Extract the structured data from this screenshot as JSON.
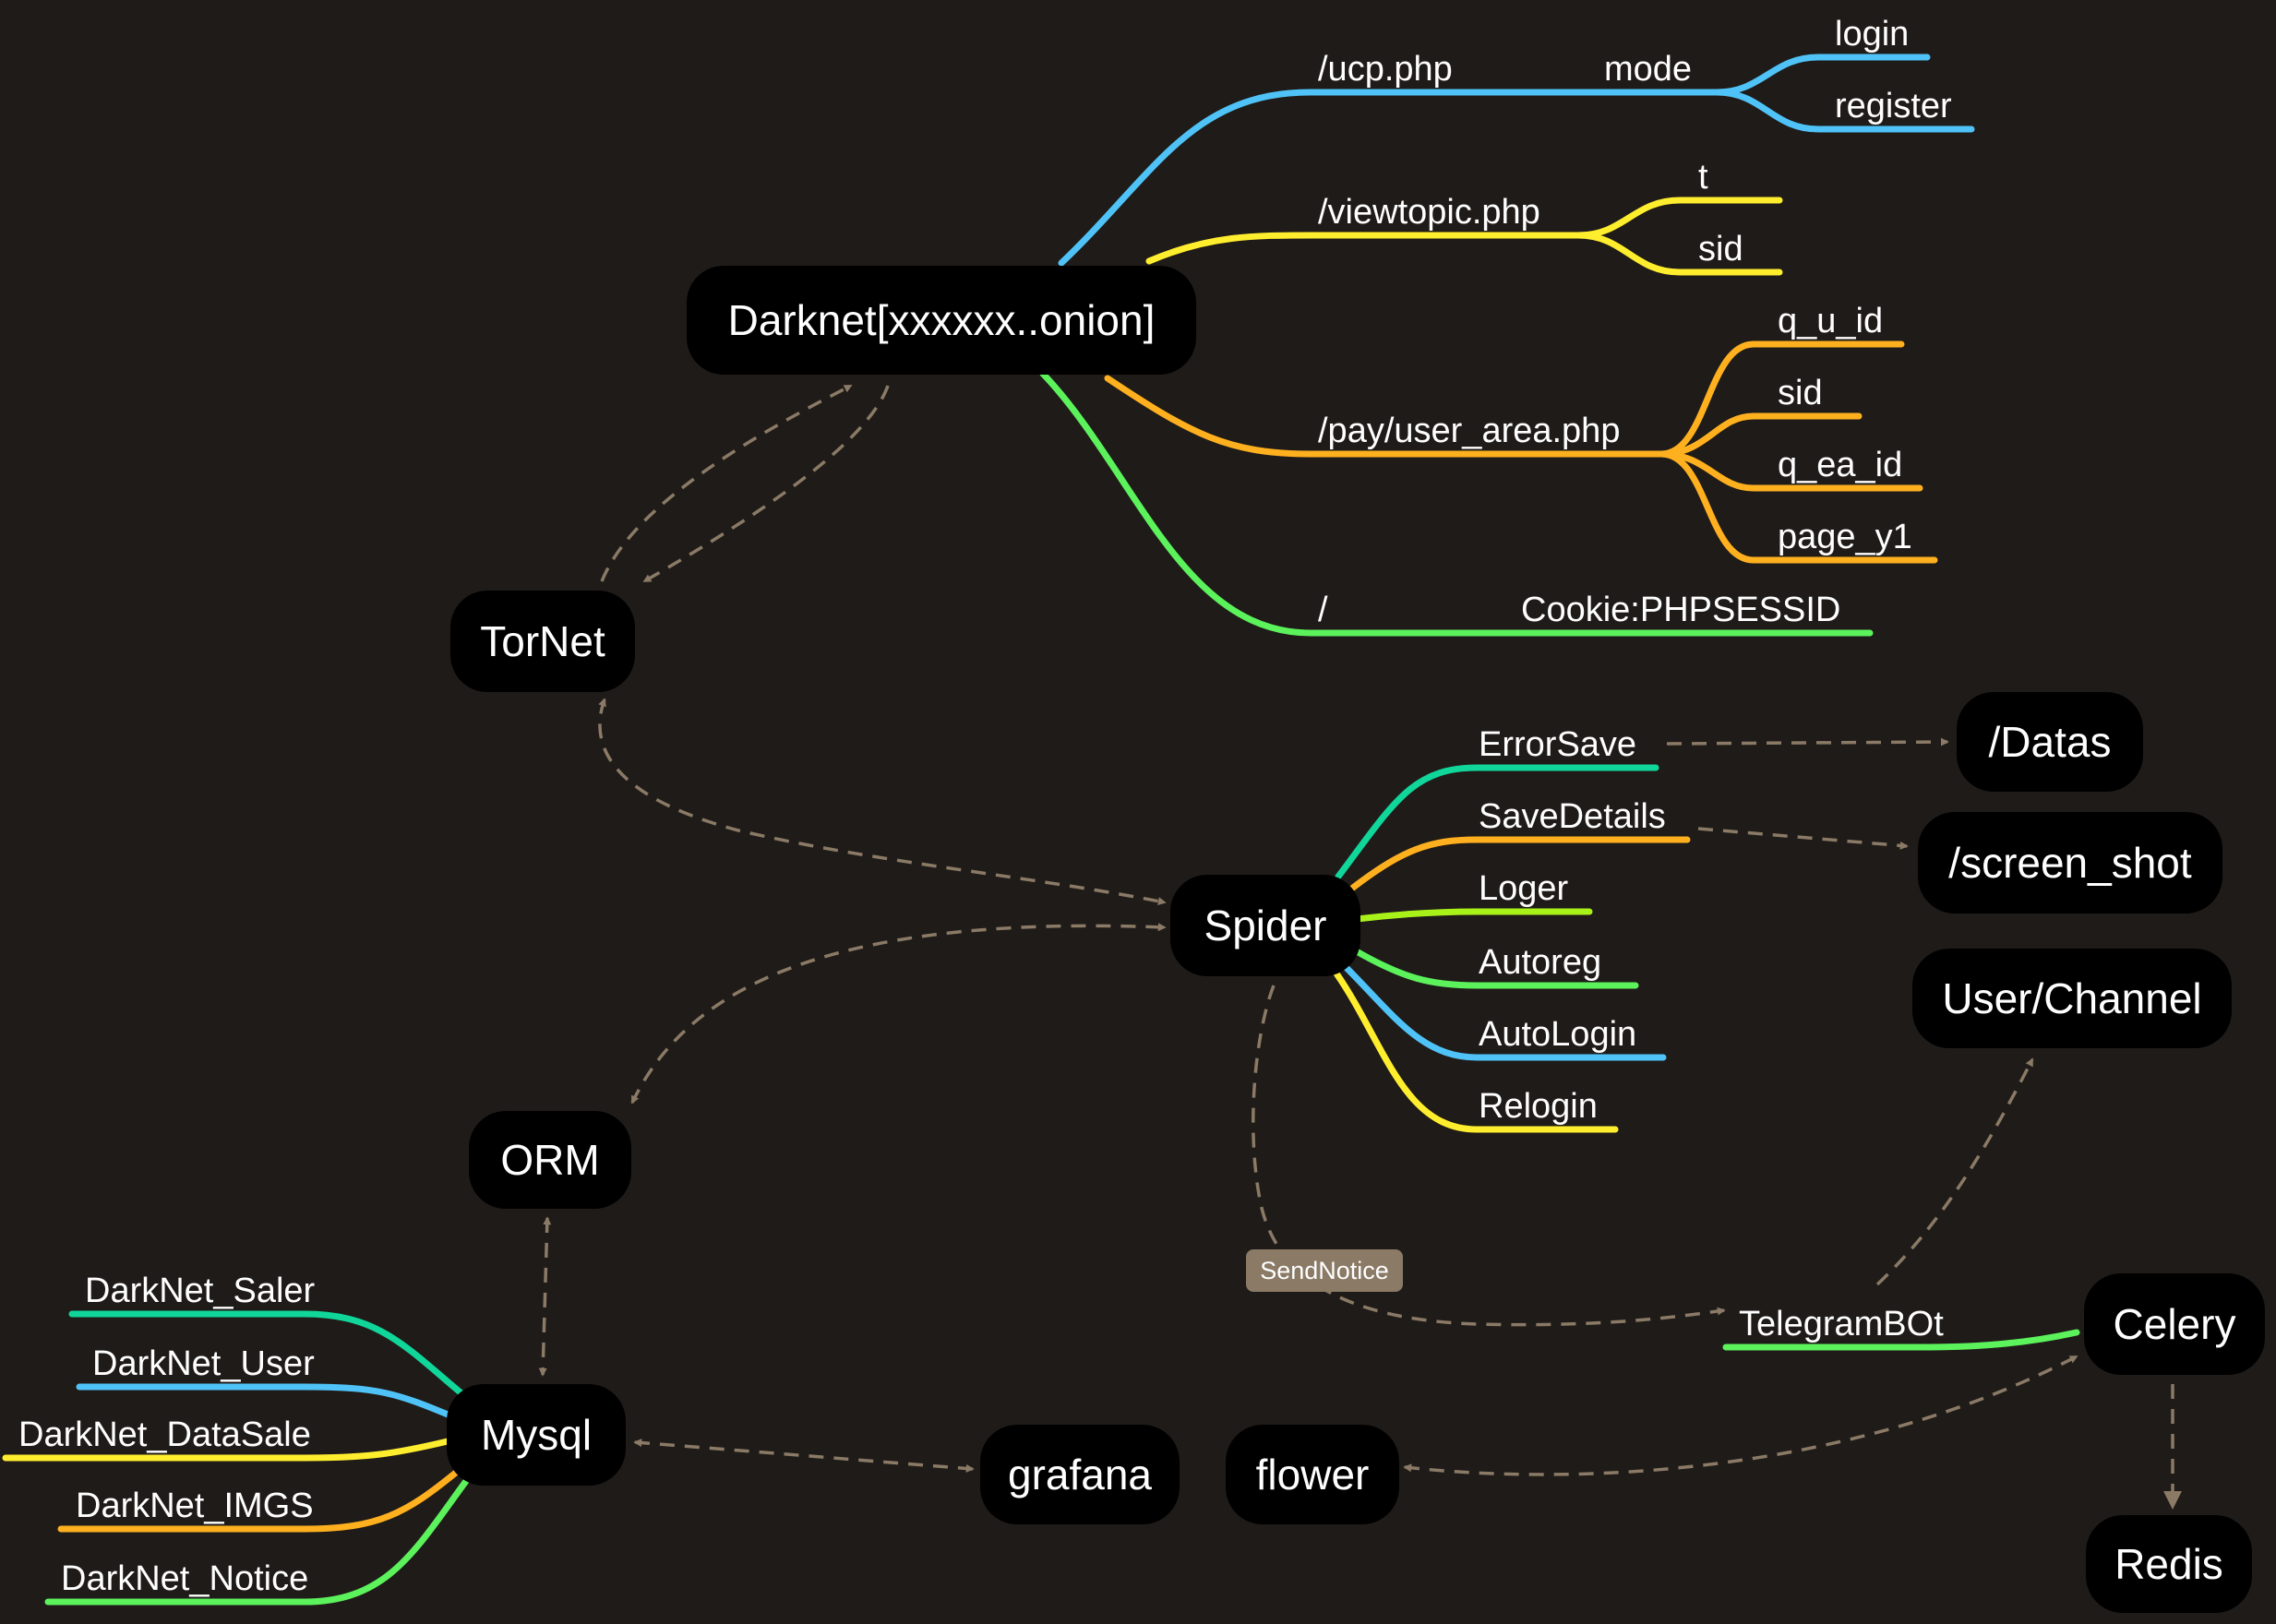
{
  "colors": {
    "background": "#1f1b18",
    "node": "#000000",
    "text": "#ffffff",
    "dashed": "#8a7a66",
    "blue": "#4fc3f7",
    "yellow": "#ffee2e",
    "orange": "#ffb01f",
    "green": "#5cf25c",
    "teal": "#10d69a",
    "lime": "#a8f21a"
  },
  "nodes": {
    "darknet": "Darknet[xxxxxx..onion]",
    "tornet": "TorNet",
    "spider": "Spider",
    "orm": "ORM",
    "mysql": "Mysql",
    "grafana": "grafana",
    "flower": "flower",
    "celery": "Celery",
    "redis": "Redis",
    "datas": "/Datas",
    "screen_shot": "/screen_shot",
    "user_channel": "User/Channel"
  },
  "darknet_branches": {
    "ucp": "/ucp.php",
    "mode": "mode",
    "login": "login",
    "register": "register",
    "viewtopic": "/viewtopic.php",
    "t": "t",
    "sid": "sid",
    "pay": "/pay/user_area.php",
    "q_u_id": "q_u_id",
    "pay_sid": "sid",
    "q_ea_id": "q_ea_id",
    "page_y1": "page_y1",
    "root": "/",
    "cookie": "Cookie:PHPSESSID"
  },
  "spider_branches": {
    "errorsave": "ErrorSave",
    "savedetails": "SaveDetails",
    "loger": "Loger",
    "autoreg": "Autoreg",
    "autologin": "AutoLogin",
    "relogin": "Relogin"
  },
  "mysql_tables": {
    "saler": "DarkNet_Saler",
    "user": "DarkNet_User",
    "datasale": "DarkNet_DataSale",
    "imgs": "DarkNet_IMGS",
    "notice": "DarkNet_Notice"
  },
  "celery_branches": {
    "telegrambot": "TelegramBOt"
  },
  "edge_labels": {
    "sendnotice": "SendNotice"
  }
}
